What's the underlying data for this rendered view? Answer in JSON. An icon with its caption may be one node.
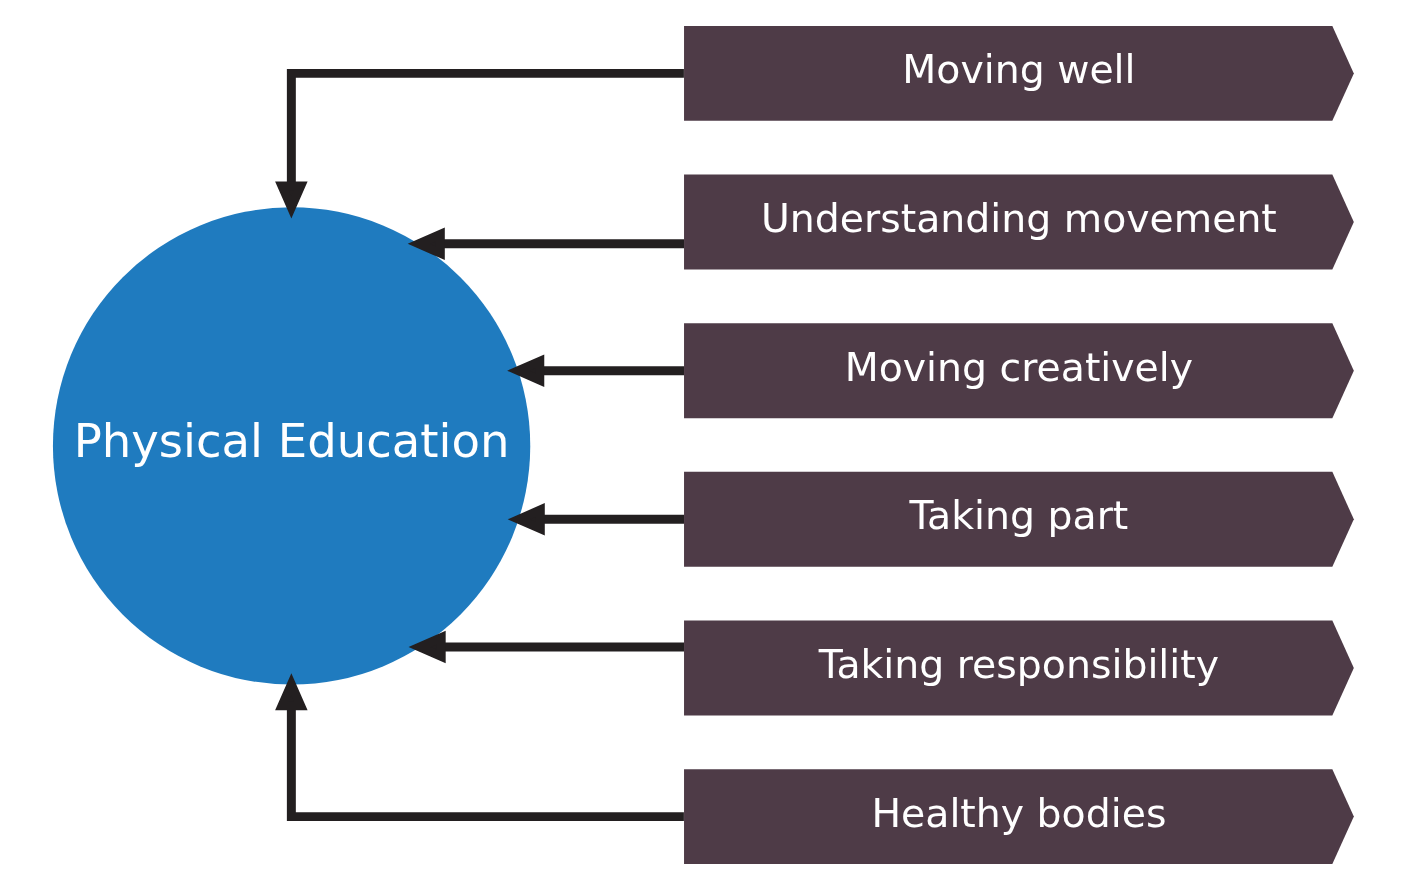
{
  "diagram": {
    "nodes": [
      {
        "text": [
          "Physical Education"
        ]
      },
      {
        "text": [
          "Moving well"
        ]
      },
      {
        "text": [
          "Understanding movement"
        ]
      },
      {
        "text": [
          "Moving creatively"
        ]
      },
      {
        "text": [
          "Taking part"
        ]
      },
      {
        "text": [
          "Taking responsibility"
        ]
      },
      {
        "text": [
          "Healthy bodies"
        ]
      }
    ],
    "edges": [
      {
        "from": 1,
        "to": 0,
        "arrow": "to"
      },
      {
        "from": 2,
        "to": 0,
        "arrow": "to"
      },
      {
        "from": 3,
        "to": 0,
        "arrow": "to"
      },
      {
        "from": 4,
        "to": 0,
        "arrow": "to"
      },
      {
        "from": 5,
        "to": 0,
        "arrow": "to"
      },
      {
        "from": 6,
        "to": 0,
        "arrow": "to"
      }
    ]
  }
}
